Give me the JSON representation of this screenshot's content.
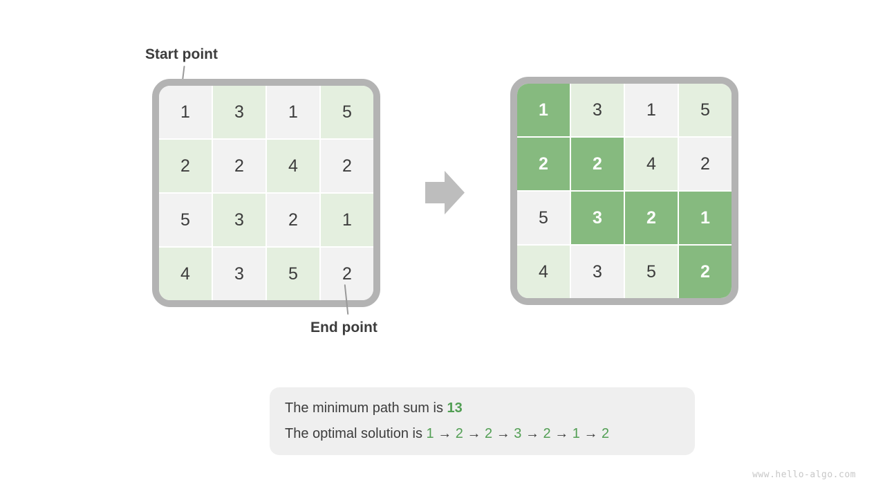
{
  "labels": {
    "start_point": "Start point",
    "end_point": "End point"
  },
  "grids": {
    "values": [
      [
        1,
        3,
        1,
        5
      ],
      [
        2,
        2,
        4,
        2
      ],
      [
        5,
        3,
        2,
        1
      ],
      [
        4,
        3,
        5,
        2
      ]
    ],
    "before": {
      "path_cells": []
    },
    "after": {
      "path_cells": [
        [
          0,
          0
        ],
        [
          1,
          0
        ],
        [
          1,
          1
        ],
        [
          2,
          1
        ],
        [
          2,
          2
        ],
        [
          2,
          3
        ],
        [
          3,
          3
        ]
      ]
    }
  },
  "icons": {
    "transform_arrow": "right-block-arrow"
  },
  "summary": {
    "min_sum_prefix": "The minimum path sum is ",
    "min_sum_value": "13",
    "solution_prefix": "The optimal solution is ",
    "solution_sequence": [
      1,
      2,
      2,
      3,
      2,
      1,
      2
    ],
    "sequence_separator": "→"
  },
  "watermark": "www.hello-algo.com",
  "colors": {
    "cell_gray": "#f2f2f2",
    "cell_light_green": "#e4efdf",
    "cell_path_green": "#86ba7f",
    "grid_border": "#b3b3b3",
    "arrow_gray": "#bdbdbd",
    "text_dark": "#3c3c3c",
    "text_green": "#519e53",
    "summary_bg": "#efefef",
    "watermark_gray": "#c7c7c7",
    "pointer_line": "#999999"
  }
}
